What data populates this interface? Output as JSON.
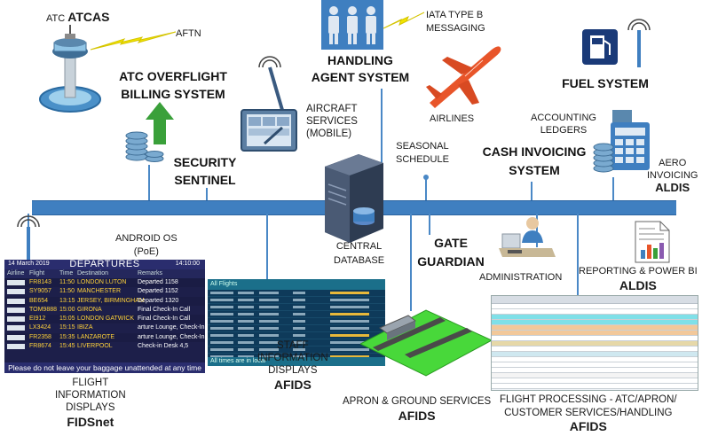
{
  "labels": {
    "atc_prefix": "ATC",
    "atc_name": "ATCAS",
    "aftn": "AFTN",
    "overflight_line1": "ATC OVERFLIGHT",
    "overflight_line2": "BILLING SYSTEM",
    "security_line1": "SECURITY",
    "security_line2": "SENTINEL",
    "aircraft_services_line1": "AIRCRAFT",
    "aircraft_services_line2": "SERVICES",
    "aircraft_services_line3": "(MOBILE)",
    "handling_line1": "HANDLING",
    "handling_line2": "AGENT SYSTEM",
    "iata_line1": "IATA TYPE B",
    "iata_line2": "MESSAGING",
    "airlines": "AIRLINES",
    "fuel": "FUEL SYSTEM",
    "accounting_line1": "ACCOUNTING",
    "accounting_line2": "LEDGERS",
    "seasonal_line1": "SEASONAL",
    "seasonal_line2": "SCHEDULE",
    "cash_line1": "CASH INVOICING",
    "cash_line2": "SYSTEM",
    "aero_line1": "AERO",
    "aero_line2": "INVOICING",
    "aero_line3": "ALDIS",
    "android_line1": "ANDROID OS",
    "android_line2": "(PoE)",
    "central_line1": "CENTRAL",
    "central_line2": "DATABASE",
    "gate_line1": "GATE",
    "gate_line2": "GUARDIAN",
    "administration": "ADMINISTRATION",
    "reporting_line1": "REPORTING & POWER BI",
    "reporting_line2": "ALDIS",
    "staff_line1": "STAFF",
    "staff_line2": "INFORMATION",
    "staff_line3": "DISPLAYS",
    "staff_line4": "AFIDS",
    "apron_line1": "APRON & GROUND SERVICES",
    "apron_line2": "AFIDS",
    "fp_line1": "FLIGHT PROCESSING - ATC/APRON/",
    "fp_line2": "CUSTOMER SERVICES/HANDLING",
    "fp_line3": "AFIDS",
    "fids_line1": "FLIGHT",
    "fids_line2": "INFORMATION",
    "fids_line3": "DISPLAYS",
    "fids_line4": "FIDSnet"
  },
  "departures_board": {
    "date": "14 March 2019",
    "title": "DEPARTURES",
    "clock": "14:10:00",
    "columns": [
      "Airline",
      "Flight",
      "Time",
      "Destination",
      "Remarks"
    ],
    "rows": [
      {
        "flight": "FR8143",
        "time": "11:50",
        "destination": "LONDON LUTON",
        "remarks": "Departed 1158"
      },
      {
        "flight": "SY9057",
        "time": "11:50",
        "destination": "MANCHESTER",
        "remarks": "Departed 1152"
      },
      {
        "flight": "BE654",
        "time": "13:15",
        "destination": "JERSEY, BIRMINGHAM",
        "remarks": "Departed 1320"
      },
      {
        "flight": "TOM9888",
        "time": "15:00",
        "destination": "GIRONA",
        "remarks": "Final Check-In Call"
      },
      {
        "flight": "EI912",
        "time": "15:05",
        "destination": "LONDON GATWICK",
        "remarks": "Final Check-In Call"
      },
      {
        "flight": "LX3424",
        "time": "15:15",
        "destination": "IBIZA",
        "remarks": "arture Lounge, Check-In De"
      },
      {
        "flight": "FR2358",
        "time": "15:35",
        "destination": "LANZAROTE",
        "remarks": "arture Lounge, Check-In De"
      },
      {
        "flight": "FR8674",
        "time": "15:45",
        "destination": "LIVERPOOL",
        "remarks": "Check-in Desk 4,5"
      }
    ],
    "footer": "Please do not leave your baggage unattended at any time"
  },
  "staff_display": {
    "header": "All Flights",
    "footer": "All times are in local"
  },
  "colors": {
    "bus": "#3f7fc0",
    "board_bg": "#1d1f4a",
    "board_yellow": "#ffd23a",
    "arrow_green": "#3aa03a",
    "plane_orange": "#e8552a"
  }
}
